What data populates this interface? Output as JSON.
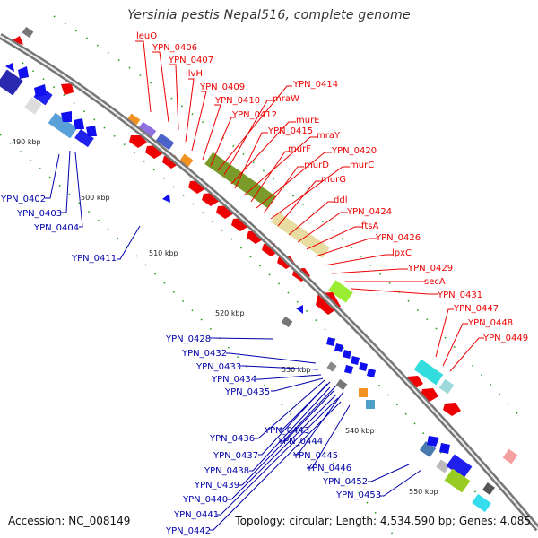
{
  "title": "Yersinia pestis Nepal516, complete genome",
  "footer": {
    "accession": "Accession: NC_008149",
    "topology": "Topology: circular; Length: 4,534,590 bp; Genes: 4,085"
  },
  "colors": {
    "backbone": "#808080",
    "forward_label": "#ee0000",
    "reverse_label": "#0000aa",
    "tick_dot": "#22a022",
    "cds_red": "#ee0000",
    "cds_blue": "#1010ee"
  },
  "kbp_ticks": [
    "490 kbp",
    "500 kbp",
    "510 kbp",
    "520 kbp",
    "530 kbp",
    "540 kbp",
    "550 kbp"
  ],
  "forward_genes": [
    "leuO",
    "YPN_0406",
    "YPN_0407",
    "ilvH",
    "YPN_0409",
    "YPN_0410",
    "YPN_0414",
    "mraW",
    "YPN_0412",
    "murE",
    "YPN_0415",
    "mraY",
    "murF",
    "YPN_0420",
    "murD",
    "murC",
    "murG",
    "ddl",
    "YPN_0424",
    "ftsA",
    "YPN_0426",
    "lpxC",
    "YPN_0429",
    "secA",
    "YPN_0431",
    "YPN_0447",
    "YPN_0448",
    "YPN_0449"
  ],
  "reverse_genes": [
    "YPN_0402",
    "YPN_0403",
    "YPN_0404",
    "YPN_0411",
    "YPN_0428",
    "YPN_0432",
    "YPN_0433",
    "YPN_0434",
    "YPN_0435",
    "YPN_0436",
    "YPN_0443",
    "YPN_0437",
    "YPN_0444",
    "YPN_0438",
    "YPN_0445",
    "YPN_0439",
    "YPN_0446",
    "YPN_0440",
    "YPN_0452",
    "YPN_0441",
    "YPN_0453",
    "YPN_0442"
  ]
}
